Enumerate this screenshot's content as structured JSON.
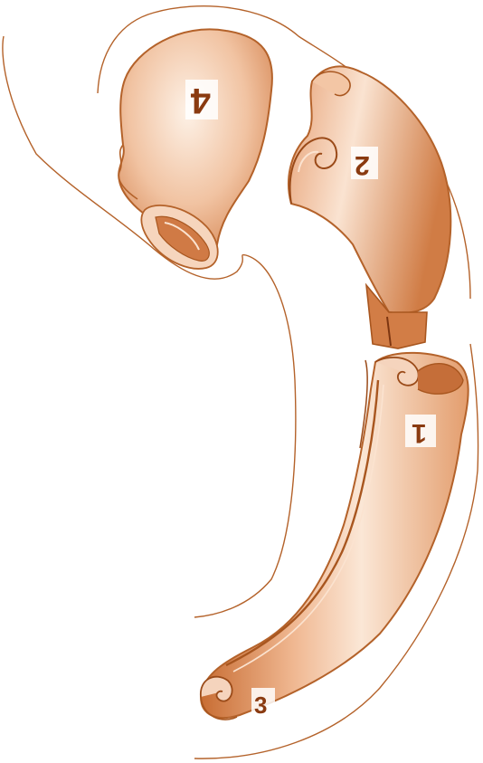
{
  "labels": {
    "part1": "1",
    "part2": "2",
    "part3": "3",
    "part4": "4"
  },
  "colors": {
    "outline": "#b4622a",
    "fill_light": "#f8dfca",
    "fill_mid": "#e9a97e",
    "fill_dark": "#c46b33",
    "number": "#8a3a10"
  }
}
